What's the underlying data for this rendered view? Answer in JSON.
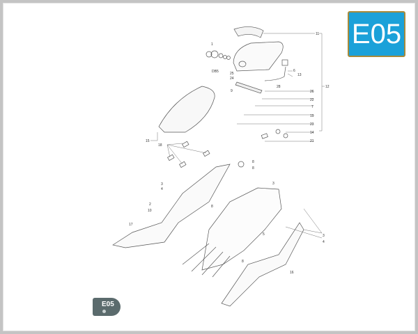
{
  "badge": {
    "label": "E05",
    "bg_color": "#1ba1d9",
    "border_color": "#a78a3a"
  },
  "page_tab": {
    "label": "E05",
    "bg_color": "#5b6b6d"
  },
  "diagram": {
    "type": "exploded-parts-diagram",
    "callouts": [
      {
        "id": "c11",
        "label": "11"
      },
      {
        "id": "c12",
        "label": "12"
      },
      {
        "id": "c1",
        "label": "1"
      },
      {
        "id": "c6",
        "label": "6"
      },
      {
        "id": "c13",
        "label": "13"
      },
      {
        "id": "c28a",
        "label": "28"
      },
      {
        "id": "c25",
        "label": "25"
      },
      {
        "id": "c24",
        "label": "24"
      },
      {
        "id": "c26",
        "label": "26"
      },
      {
        "id": "c22",
        "label": "22"
      },
      {
        "id": "c7",
        "label": "7"
      },
      {
        "id": "c19",
        "label": "19"
      },
      {
        "id": "c23",
        "label": "23"
      },
      {
        "id": "c14",
        "label": "14"
      },
      {
        "id": "c21",
        "label": "21"
      },
      {
        "id": "c15",
        "label": "15"
      },
      {
        "id": "c18",
        "label": "18"
      },
      {
        "id": "c3a",
        "label": "3"
      },
      {
        "id": "c4a",
        "label": "4"
      },
      {
        "id": "c2",
        "label": "2"
      },
      {
        "id": "c10",
        "label": "10"
      },
      {
        "id": "c17",
        "label": "17"
      },
      {
        "id": "c8a",
        "label": "8"
      },
      {
        "id": "c8b",
        "label": "8"
      },
      {
        "id": "c3b",
        "label": "3"
      },
      {
        "id": "c5",
        "label": "5"
      },
      {
        "id": "c8c",
        "label": "8"
      },
      {
        "id": "c8d",
        "label": "8"
      },
      {
        "id": "c3c",
        "label": "3"
      },
      {
        "id": "c4b",
        "label": "4"
      },
      {
        "id": "c16",
        "label": "16"
      },
      {
        "id": "c9",
        "label": "9"
      },
      {
        "id": "c20",
        "label": "DB5"
      }
    ]
  }
}
